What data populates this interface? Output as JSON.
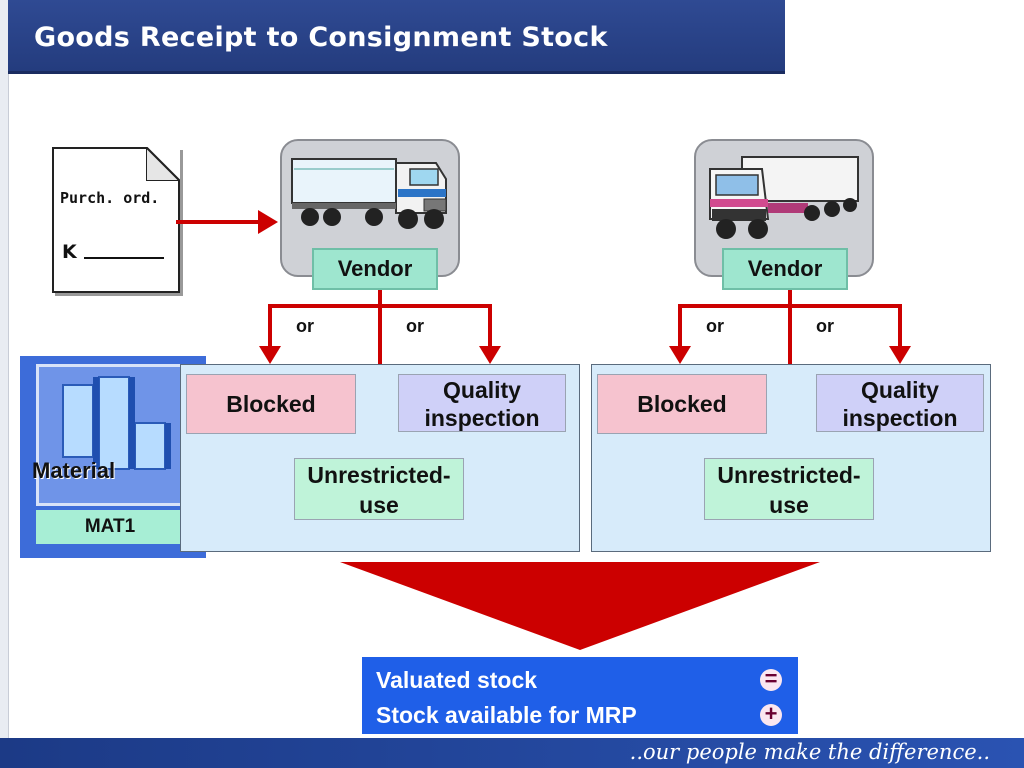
{
  "title": "Goods Receipt to Consignment Stock",
  "purchase_order": {
    "doc_label": "Purch. ord.",
    "k_label": "K"
  },
  "material": {
    "label": "Material",
    "code": "MAT1"
  },
  "left_flow": {
    "vendor": "Vendor",
    "or_left": "or",
    "or_right": "or",
    "blocked": "Blocked",
    "quality_line1": "Quality",
    "quality_line2": "inspection",
    "unrestricted_line1": "Unrestricted-",
    "unrestricted_line2": "use"
  },
  "right_flow": {
    "vendor": "Vendor",
    "or_left": "or",
    "or_right": "or",
    "blocked": "Blocked",
    "quality_line1": "Quality",
    "quality_line2": "inspection",
    "unrestricted_line1": "Unrestricted-",
    "unrestricted_line2": "use"
  },
  "result": {
    "valuated_stock": "Valuated stock",
    "valuated_symbol": "=",
    "mrp_stock": "Stock available for MRP",
    "mrp_symbol": "+"
  },
  "footer": {
    "tagline": "..our people make the difference.."
  },
  "colors": {
    "arrow_red": "#cc0000",
    "title_blue": "#2f4a93",
    "panel_blue": "#d7ebfa"
  }
}
